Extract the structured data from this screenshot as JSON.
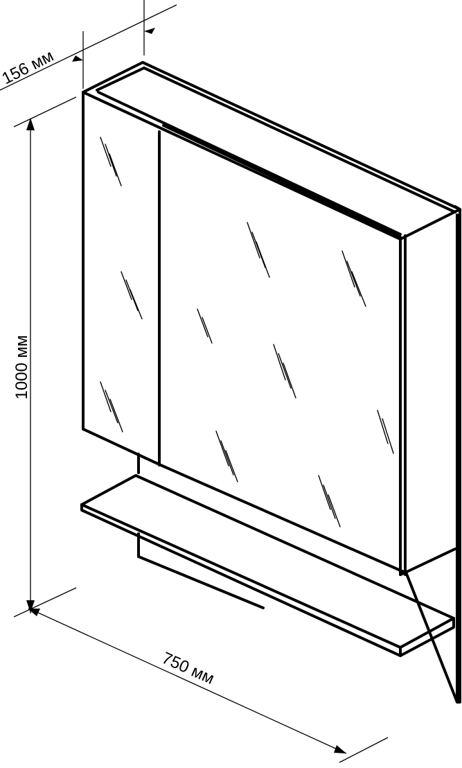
{
  "dimensions": {
    "depth": {
      "label": "156 мм"
    },
    "height": {
      "label": "1000 мм"
    },
    "width": {
      "label": "750 мм"
    }
  },
  "colors": {
    "stroke": "#000000",
    "background": "#ffffff"
  }
}
